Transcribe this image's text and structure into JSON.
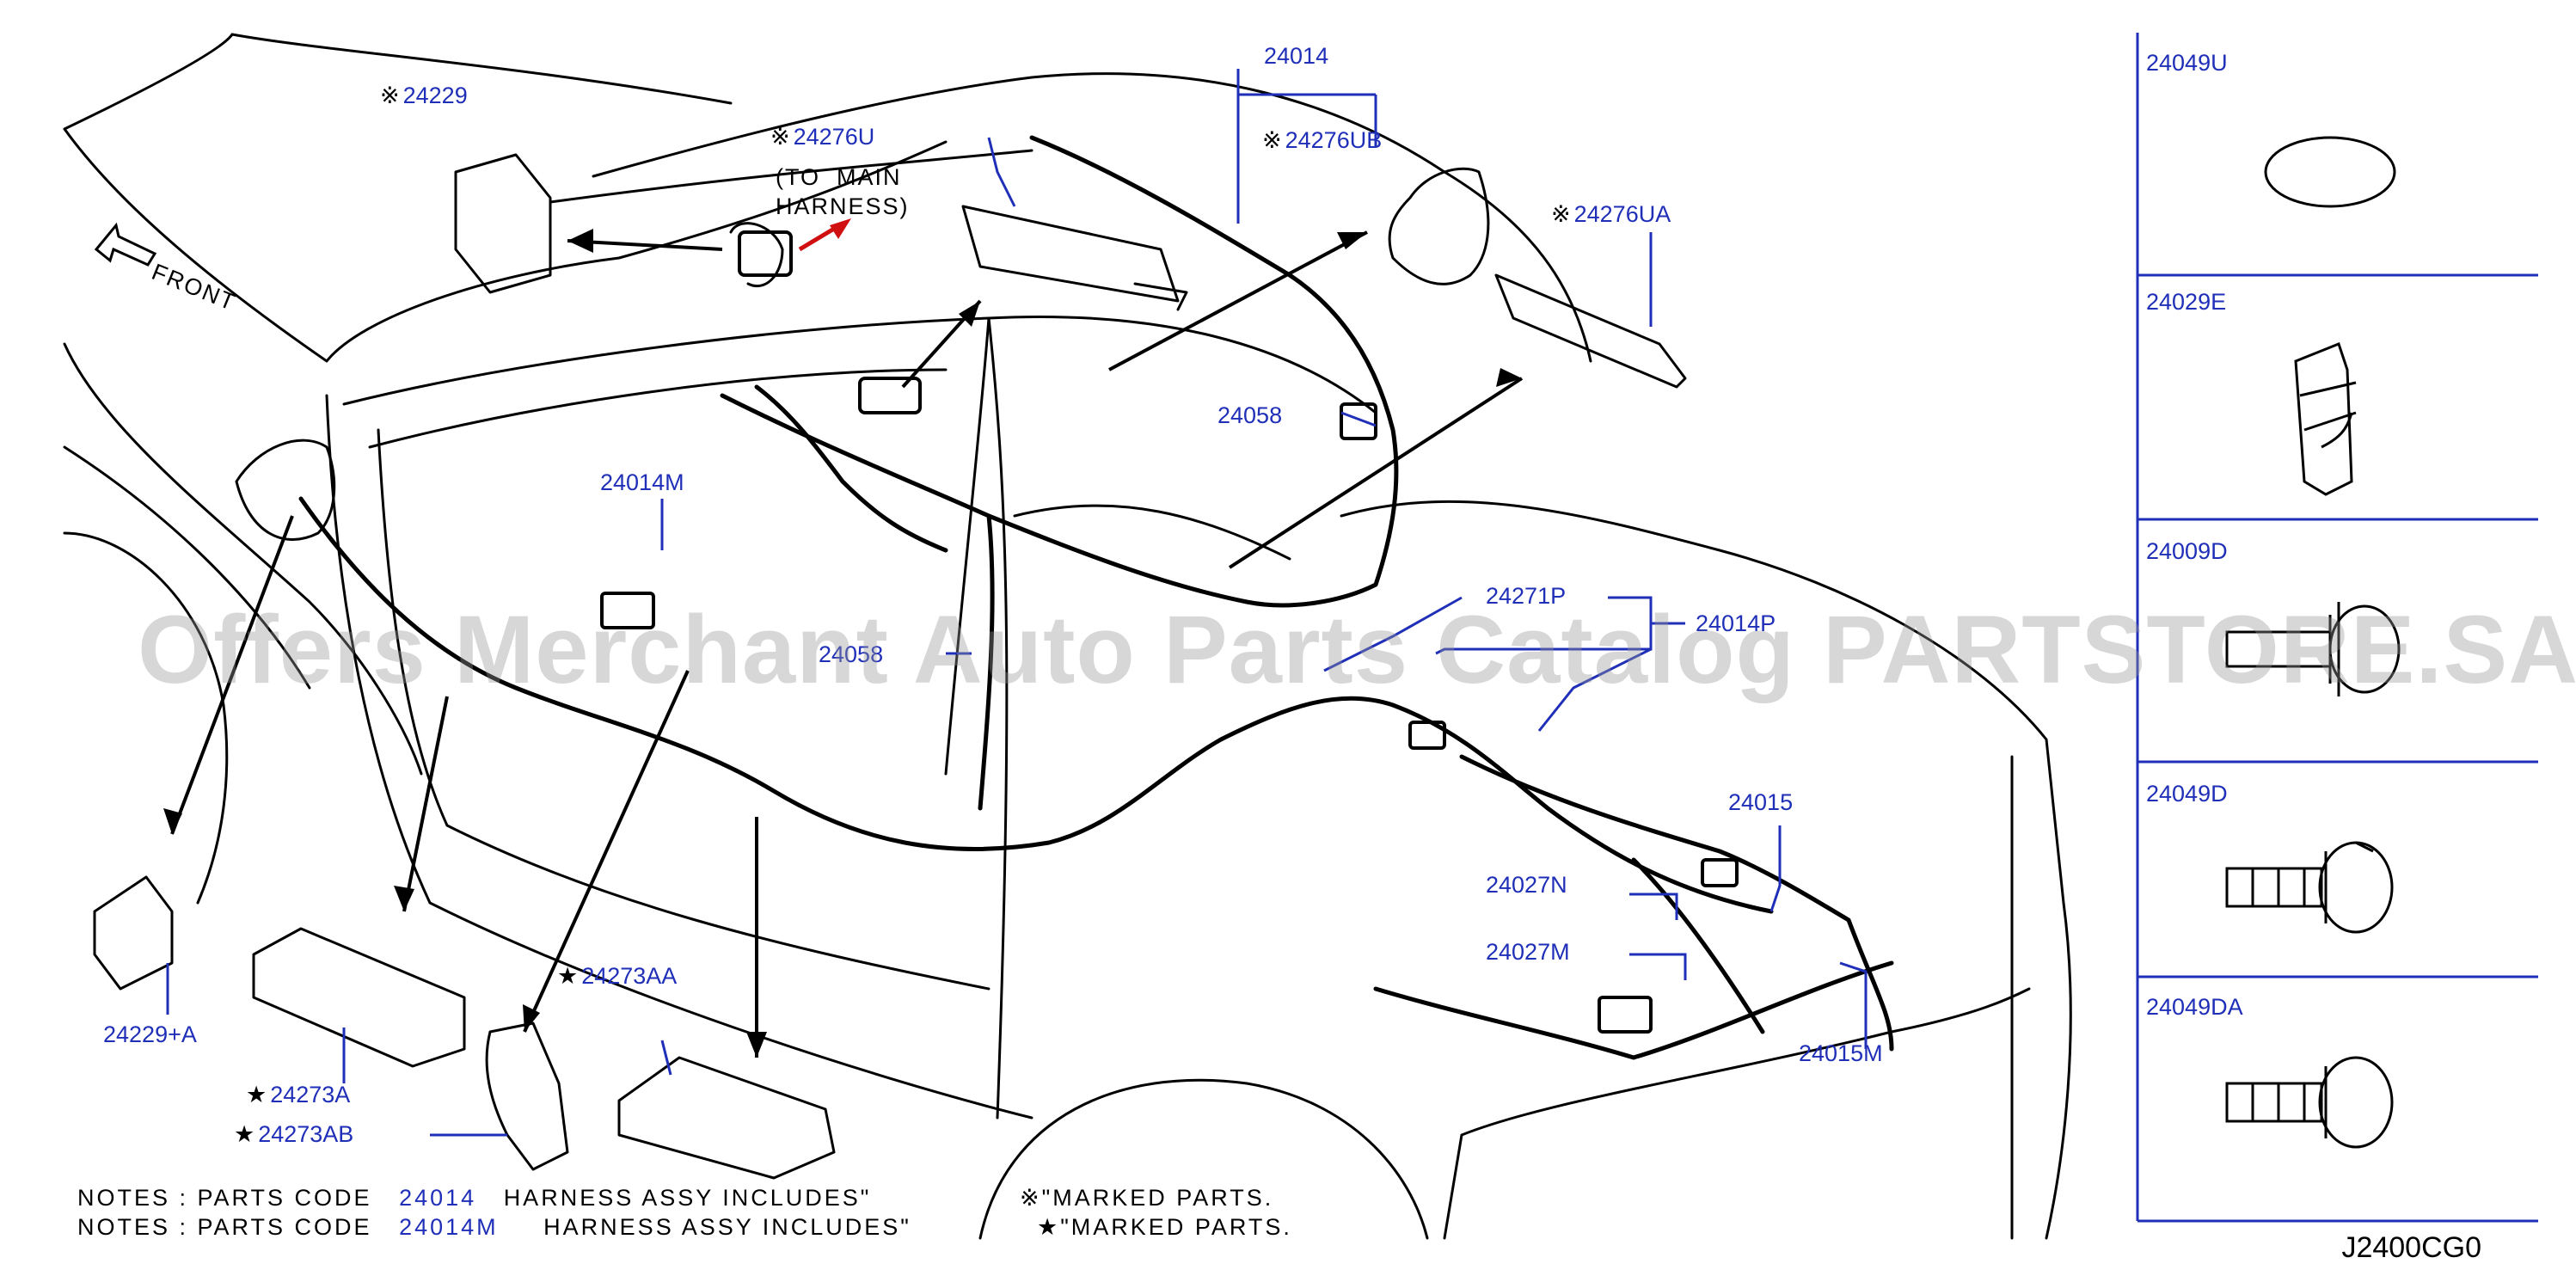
{
  "callouts": {
    "c24229": {
      "marker": "※",
      "text": "24229"
    },
    "c24276u": {
      "marker": "※",
      "text": "24276U"
    },
    "to_main": {
      "text": "(TO  MAIN\nHARNESS)"
    },
    "c24014": {
      "text": "24014"
    },
    "c24276ub": {
      "marker": "※",
      "text": "24276UB"
    },
    "c24276ua": {
      "marker": "※",
      "text": "24276UA"
    },
    "c24058a": {
      "text": "24058"
    },
    "c24014m": {
      "text": "24014M"
    },
    "c24058b": {
      "text": "24058"
    },
    "c24271p": {
      "text": "24271P"
    },
    "c24014p": {
      "text": "24014P"
    },
    "c24015": {
      "text": "24015"
    },
    "c24027n": {
      "text": "24027N"
    },
    "c24027m": {
      "text": "24027M"
    },
    "c24015m": {
      "text": "24015M"
    },
    "c24229a": {
      "text": "24229+A"
    },
    "c24273aa": {
      "marker": "★",
      "text": "24273AA"
    },
    "c24273a": {
      "marker": "★",
      "text": "24273A"
    },
    "c24273ab": {
      "marker": "★",
      "text": "24273AB"
    },
    "front": {
      "text": "FRONT"
    }
  },
  "notes": {
    "line1": {
      "prefix": "NOTES  :  PARTS  CODE",
      "code": "24014",
      "suffix": "HARNESS  ASSY  INCLUDES\"",
      "marker": "※",
      "marked": "\"MARKED  PARTS."
    },
    "line2": {
      "prefix": "NOTES  :  PARTS  CODE",
      "code": "24014M",
      "suffix": "HARNESS  ASSY  INCLUDES\"",
      "marker": "★",
      "marked": "\"MARKED  PARTS."
    }
  },
  "panel": {
    "items": [
      {
        "label": "24049U",
        "icon": "grommet-icon"
      },
      {
        "label": "24029E",
        "icon": "clip-icon"
      },
      {
        "label": "24009D",
        "icon": "bolt-icon"
      },
      {
        "label": "24049D",
        "icon": "bolt-icon"
      },
      {
        "label": "24049DA",
        "icon": "bolt-icon"
      }
    ]
  },
  "watermark": "Offers Merchant Auto Parts Catalog PARTSTORE.SA",
  "diagram_code": "J2400CG0",
  "colors": {
    "label_blue": "#1f2fb8",
    "line": "#000000",
    "watermark": "#969696"
  }
}
